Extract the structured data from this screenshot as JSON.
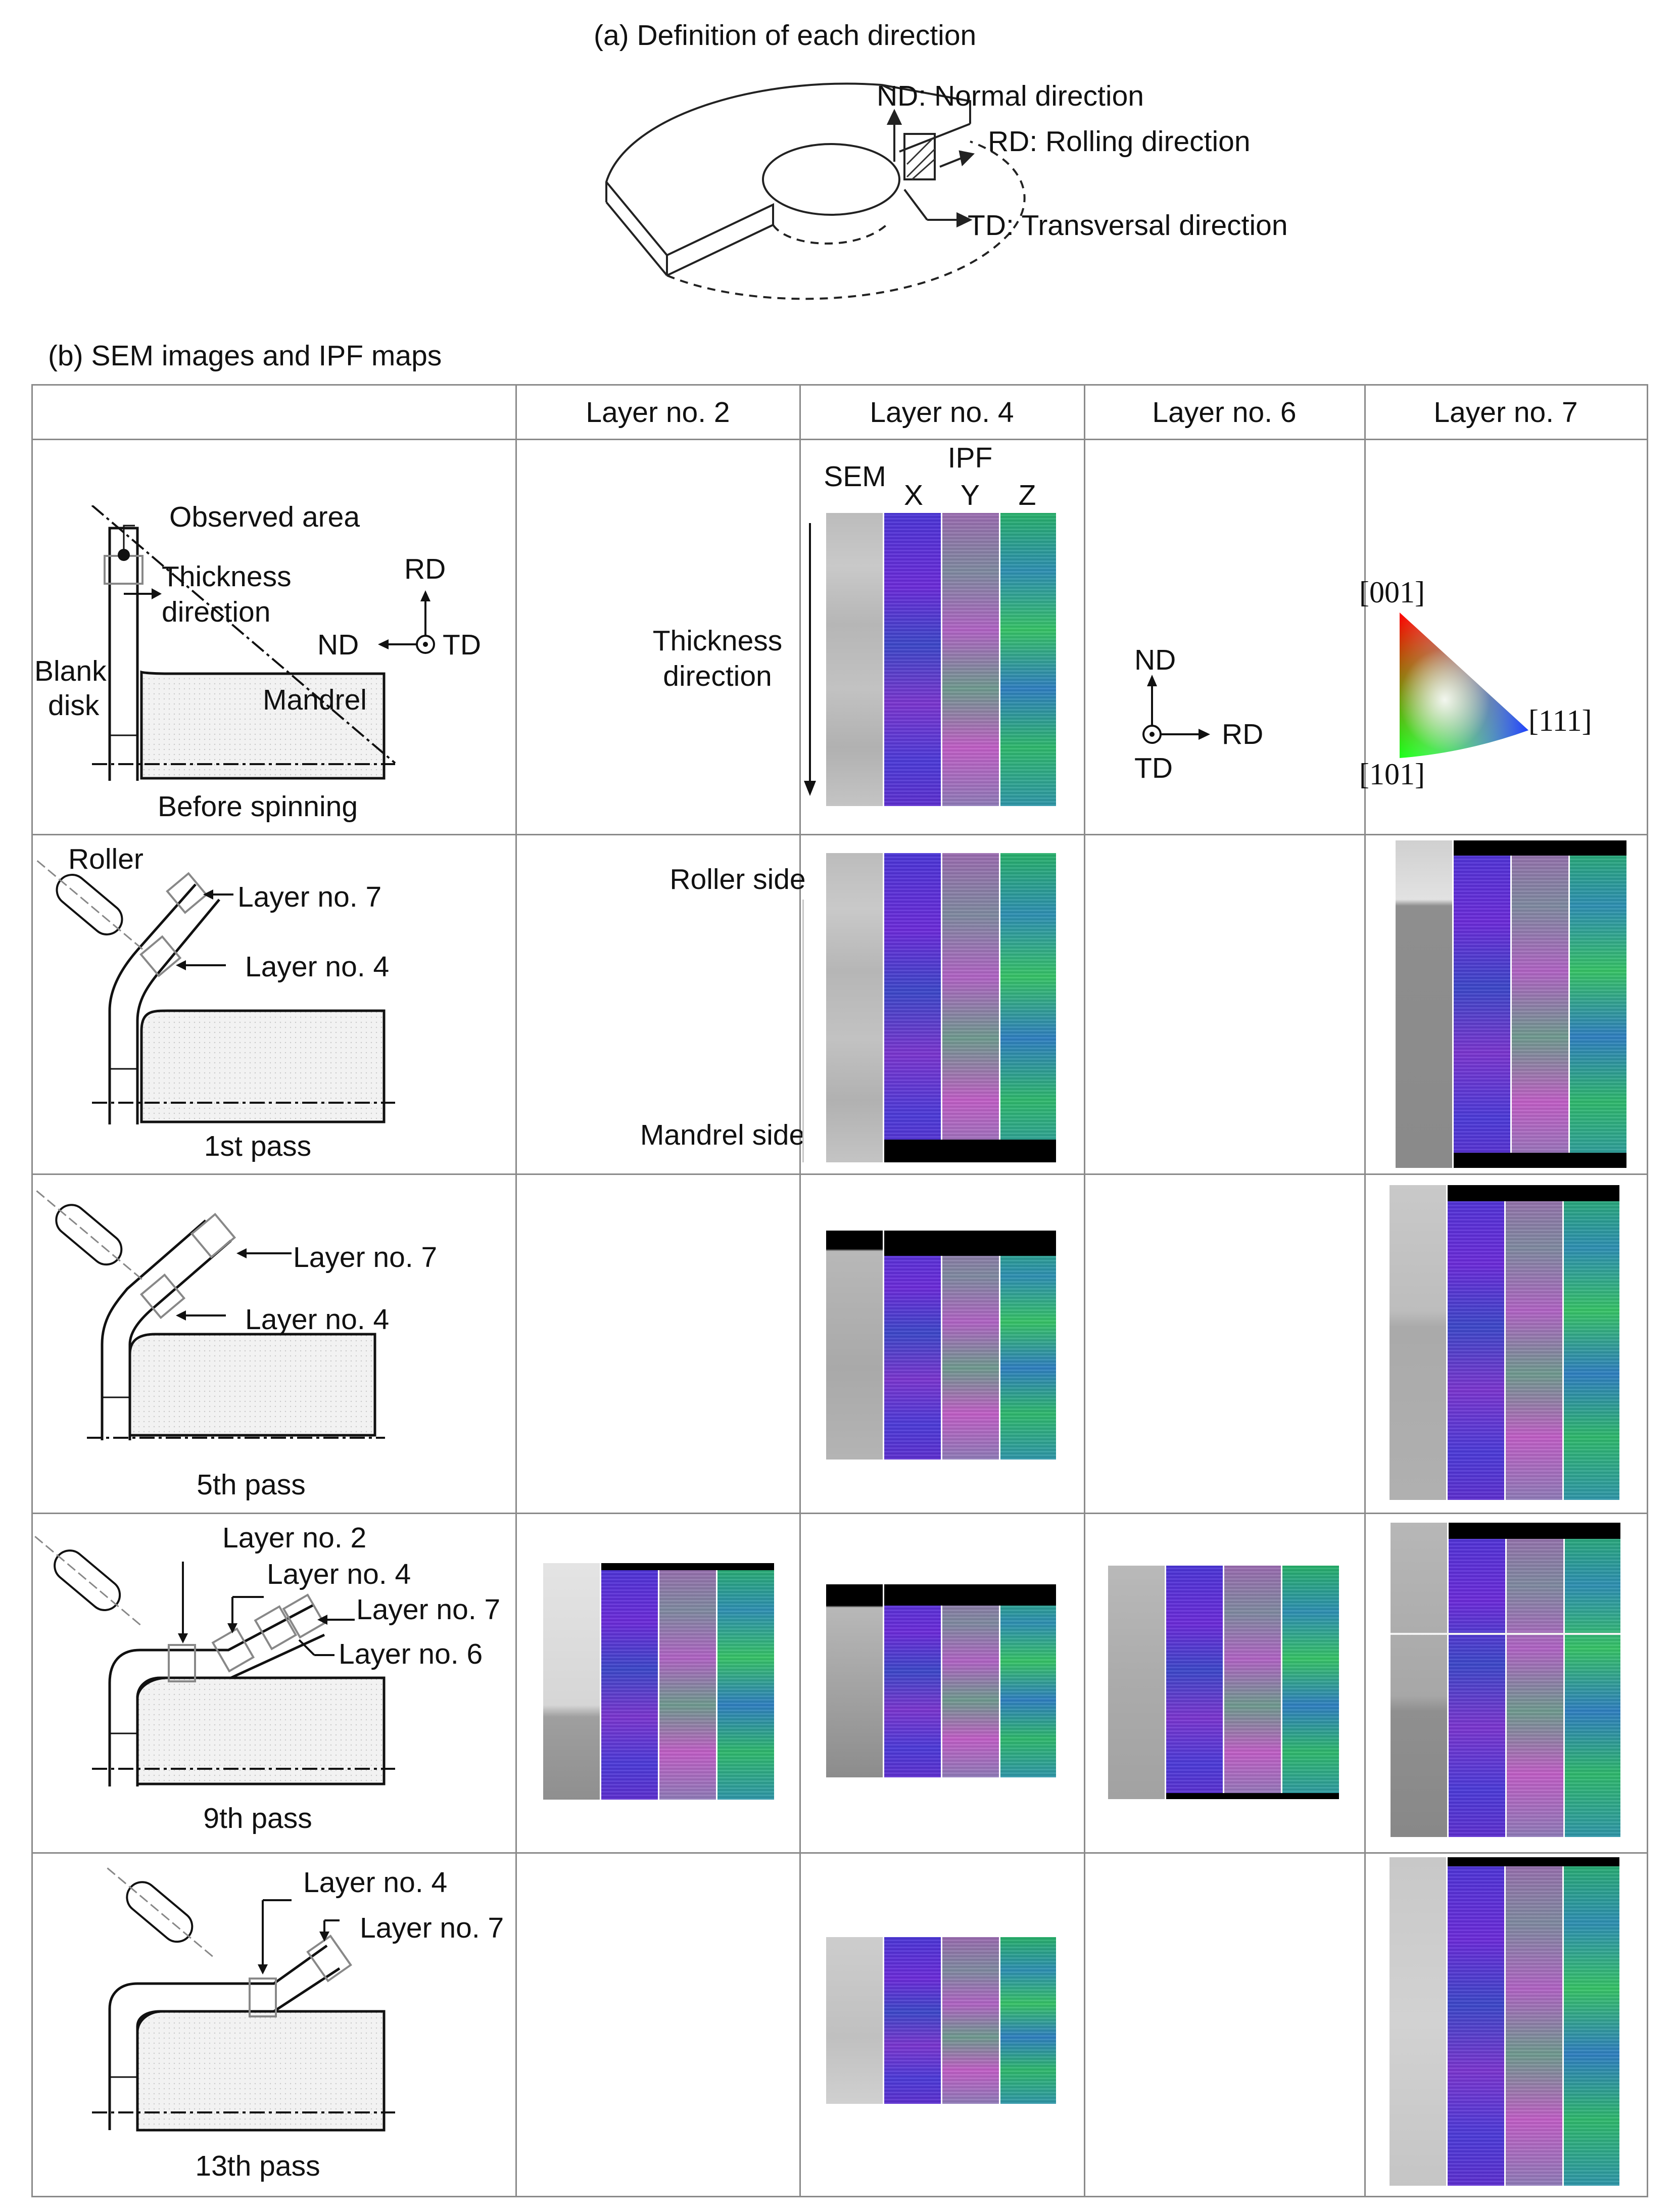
{
  "part_a": {
    "caption": "(a) Definition of each direction",
    "nd_label": "ND: Normal direction",
    "rd_label": "RD: Rolling direction",
    "td_label": "TD: Transversal direction"
  },
  "part_b": {
    "caption": "(b) SEM images and IPF maps",
    "column_headers": [
      "Layer no. 2",
      "Layer no. 4",
      "Layer no. 6",
      "Layer no. 7"
    ],
    "row0": {
      "observed_area": "Observed area",
      "thickness_direction_1": "Thickness",
      "thickness_direction_2": "direction",
      "rd": "RD",
      "nd": "ND",
      "td": "TD",
      "blank_disk_1": "Blank",
      "blank_disk_2": "disk",
      "mandrel": "Mandrel",
      "stage": "Before spinning",
      "sem_header": "SEM",
      "ipf_header": "IPF",
      "x": "X",
      "y": "Y",
      "z": "Z",
      "thick_dir_1": "Thickness",
      "thick_dir_2": "direction",
      "axis_nd": "ND",
      "axis_rd": "RD",
      "axis_td": "TD",
      "pole_001": "[001]",
      "pole_111": "[111]",
      "pole_101": "[101]"
    },
    "row1": {
      "roller": "Roller",
      "layer7": "Layer no. 7",
      "layer4": "Layer no. 4",
      "stage": "1st pass",
      "roller_side": "Roller side",
      "mandrel_side": "Mandrel side"
    },
    "row2": {
      "layer7": "Layer no. 7",
      "layer4": "Layer no. 4",
      "stage": "5th pass"
    },
    "row3": {
      "layer2": "Layer no. 2",
      "layer4": "Layer no. 4",
      "layer7": "Layer no. 7",
      "layer6": "Layer no. 6",
      "stage": "9th pass"
    },
    "row4": {
      "layer4": "Layer no. 4",
      "layer7": "Layer no. 7",
      "stage": "13th pass"
    }
  },
  "colors": {
    "ipf_x": "#5b34d6",
    "ipf_y": "#a070b8",
    "ipf_z": "#2fb46a",
    "sem": "#bdbdbd"
  }
}
